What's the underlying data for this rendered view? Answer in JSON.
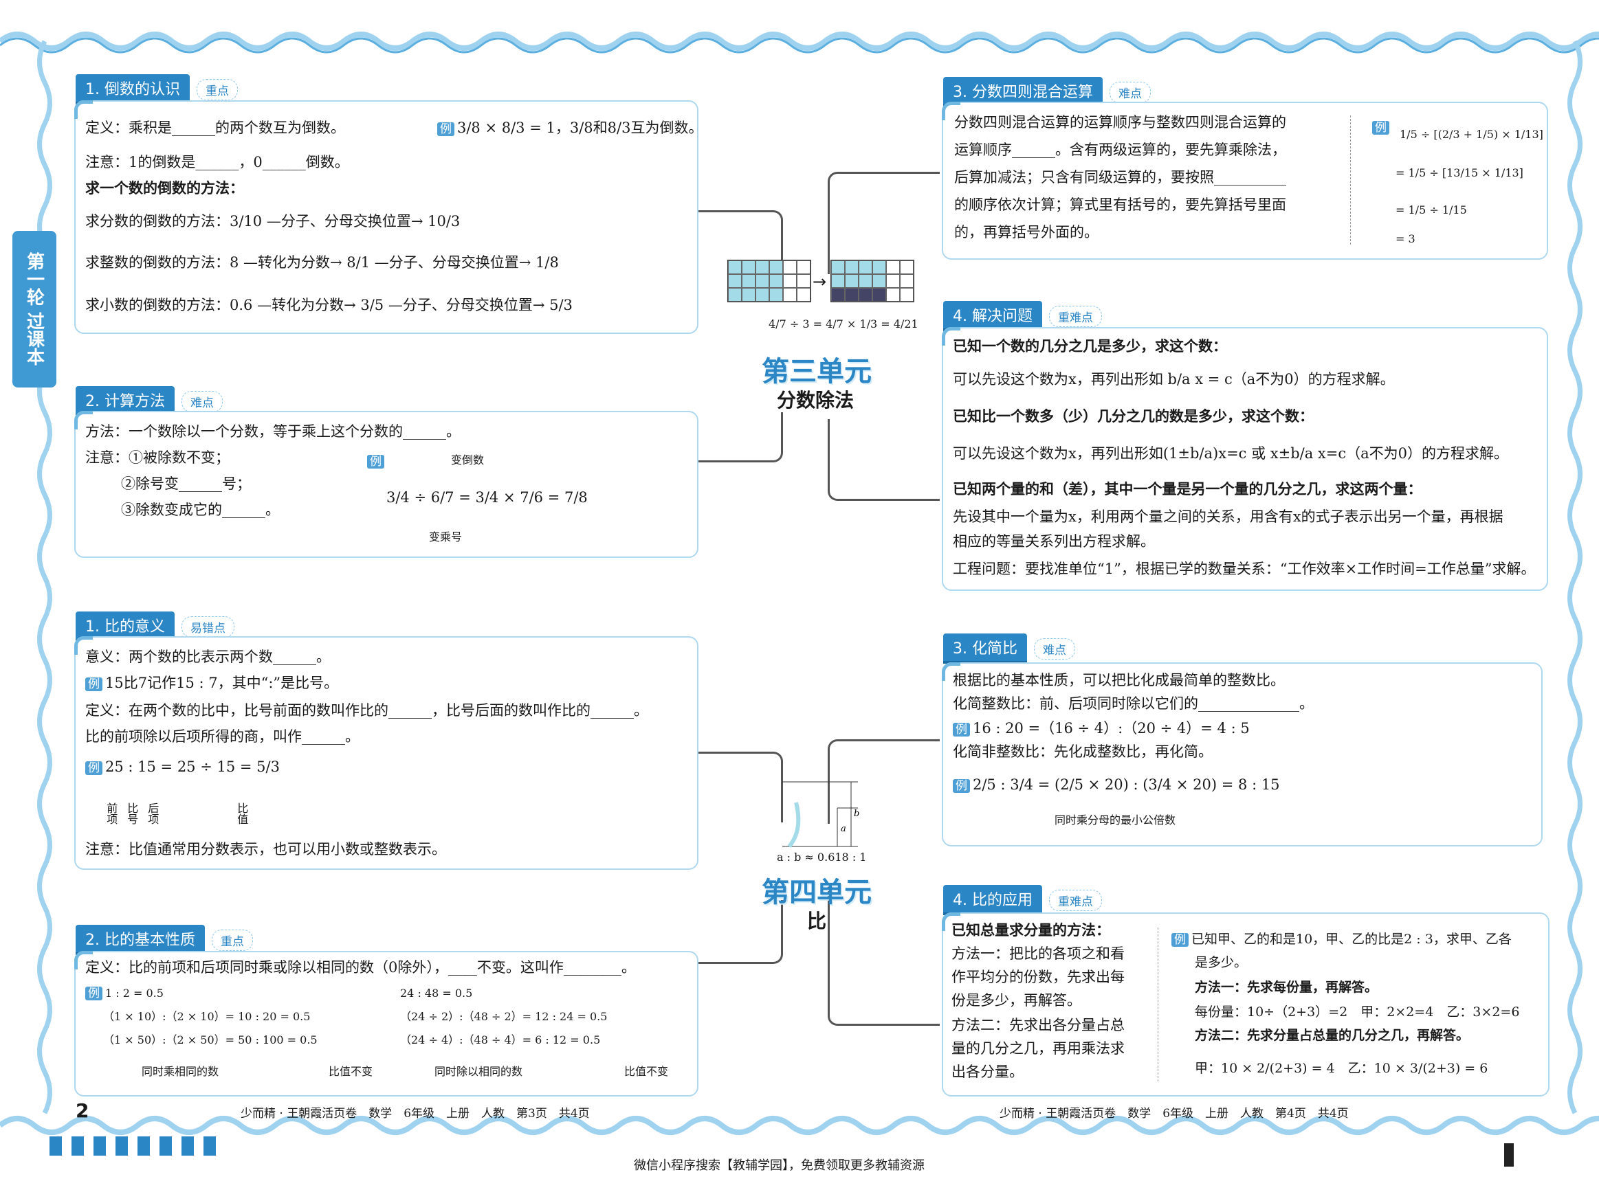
{
  "sidebar": {
    "label": "第一轮 过课本"
  },
  "unit3": {
    "title": "第三单元",
    "subtitle": "分数除法",
    "formula": "4/7 ÷ 3 = 4/7 × 1/3 = 4/21"
  },
  "unit4": {
    "title": "第四单元",
    "subtitle": "比",
    "ratio_note": "a : b ≈ 0.618 : 1"
  },
  "s1": {
    "tag": "1. 倒数的认识",
    "level": "重点",
    "def": "定义：乘积是______的两个数互为倒数。",
    "example": "3/8 × 8/3 = 1，3/8和8/3互为倒数。",
    "note": "注意：1的倒数是______，0______倒数。",
    "method_title": "求一个数的倒数的方法：",
    "m1": "求分数的倒数的方法：3/10 —分子、分母交换位置→ 10/3",
    "m2": "求整数的倒数的方法：8 —转化为分数→ 8/1 —分子、分母交换位置→ 1/8",
    "m3": "求小数的倒数的方法：0.6 —转化为分数→ 3/5 —分子、分母交换位置→ 5/3"
  },
  "s2": {
    "tag": "2. 计算方法",
    "level": "难点",
    "method": "方法：一个数除以一个分数，等于乘上这个分数的______。",
    "n1": "注意：①被除数不变；",
    "n2": "②除号变______号；",
    "n3": "③除数变成它的______。",
    "ex_top": "变倒数",
    "ex_expr": "3/4 ÷ 6/7 = 3/4 × 7/6 = 7/8",
    "ex_bottom": "变乘号"
  },
  "s3": {
    "tag": "3. 分数四则混合运算",
    "level": "难点",
    "l1": "分数四则混合运算的运算顺序与整数四则混合运算的",
    "l2": "运算顺序______。含有两级运算的，要先算乘除法，",
    "l3": "后算加减法；只含有同级运算的，要按照__________",
    "l4": "的顺序依次计算；算式里有括号的，要先算括号里面",
    "l5": "的，再算括号外面的。",
    "ex1": "1/5 ÷ [(2/3 + 1/5) × 1/13]",
    "ex2": "= 1/5 ÷ [13/15 × 1/13]",
    "ex3": "= 1/5 ÷ 1/15",
    "ex4": "= 3"
  },
  "s4": {
    "tag": "4. 解决问题",
    "level": "重难点",
    "h1": "已知一个数的几分之几是多少，求这个数：",
    "p1": "可以先设这个数为x，再列出形如 b/a x = c（a不为0）的方程求解。",
    "h2": "已知比一个数多（少）几分之几的数是多少，求这个数：",
    "p2": "可以先设这个数为x，再列出形如(1±b/a)x=c 或 x±b/a x=c（a不为0）的方程求解。",
    "h3": "已知两个量的和（差），其中一个量是另一个量的几分之几，求这两个量：",
    "p3a": "先设其中一个量为x，利用两个量之间的关系，用含有x的式子表示出另一个量，再根据",
    "p3b": "相应的等量关系列出方程求解。",
    "p4": "工程问题：要找准单位“1”，根据已学的数量关系：“工作效率×工作时间=工作总量”求解。"
  },
  "s5": {
    "tag": "1. 比的意义",
    "level": "易错点",
    "meaning": "意义：两个数的比表示两个数______。",
    "ex1": "15比7记作15 : 7，其中“:”是比号。",
    "def": "定义：在两个数的比中，比号前面的数叫作比的______，比号后面的数叫作比的______。",
    "def2": "比的前项除以后项所得的商，叫作______。",
    "ex2": "25 : 15 = 25 ÷ 15 = 5/3",
    "labels": [
      "前项",
      "比号",
      "后项",
      "比值"
    ],
    "note": "注意：比值通常用分数表示，也可以用小数或整数表示。"
  },
  "s6": {
    "tag": "2. 比的基本性质",
    "level": "重点",
    "def": "定义：比的前项和后项同时乘或除以相同的数（0除外），____不变。这叫作________。",
    "ex_a": "1 : 2 = 0.5",
    "a1": "（1 × 10）:（2 × 10）= 10 : 20 = 0.5",
    "a2": "（1 × 50）:（2 × 50）= 50 : 100 = 0.5",
    "a_cap1": "同时乘相同的数",
    "a_cap2": "比值不变",
    "ex_b": "24 : 48 = 0.5",
    "b1": "（24 ÷ 2）:（48 ÷ 2）= 12 : 24 = 0.5",
    "b2": "（24 ÷ 4）:（48 ÷ 4）= 6 : 12 = 0.5",
    "b_cap1": "同时除以相同的数",
    "b_cap2": "比值不变"
  },
  "s7": {
    "tag": "3. 化简比",
    "level": "难点",
    "l1": "根据比的基本性质，可以把比化成最简单的整数比。",
    "l2": "化简整数比：前、后项同时除以它们的______________。",
    "ex1": "16 : 20 =（16 ÷ 4）:（20 ÷ 4）= 4 : 5",
    "l3": "化简非整数比：先化成整数比，再化简。",
    "ex2": "2/5 : 3/4 = (2/5 × 20) : (3/4 × 20) = 8 : 15",
    "cap": "同时乘分母的最小公倍数"
  },
  "s8": {
    "tag": "4. 比的应用",
    "level": "重难点",
    "h": "已知总量求分量的方法：",
    "m1a": "方法一：把比的各项之和看",
    "m1b": "作平均分的份数，先求出每",
    "m1c": "份是多少，再解答。",
    "m2a": "方法二：先求出各分量占总",
    "m2b": "量的几分之几，再用乘法求",
    "m2c": "出各分量。",
    "q1": "已知甲、乙的和是10，甲、乙的比是2 : 3，求甲、乙各",
    "q2": "是多少。",
    "a1": "方法一：先求每份量，再解答。",
    "a2": "每份量：10÷（2+3）=2　甲：2×2=4　乙：3×2=6",
    "a3": "方法二：先求分量占总量的几分之几，再解答。",
    "a4": "甲：10 × 2/(2+3) = 4　乙：10 × 3/(2+3) = 6"
  },
  "footer": {
    "page": "2",
    "left": "少而精 · 王朝霞活页卷　数学　6年级　上册　人教　第3页　共4页",
    "right": "少而精 · 王朝霞活页卷　数学　6年级　上册　人教　第4页　共4页",
    "bottom": "微信小程序搜索【教辅学园】，免费领取更多教辅资源"
  },
  "example_label": "例"
}
